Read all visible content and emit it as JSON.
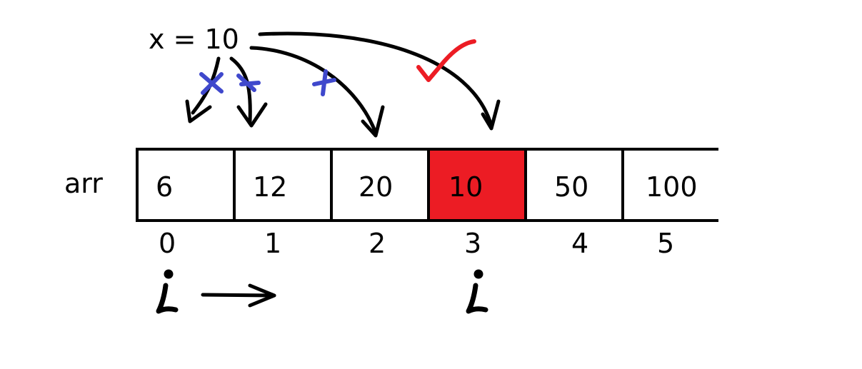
{
  "search": {
    "label": "x = 10"
  },
  "array": {
    "name": "arr",
    "values": [
      "6",
      "12",
      "20",
      "10",
      "50",
      "100"
    ],
    "indices": [
      "0",
      "1",
      "2",
      "3",
      "4",
      "5"
    ],
    "found_index": 3
  },
  "colors": {
    "found_fill": "#ec1c24",
    "mismatch_mark": "#3f48cc",
    "match_mark": "#ec1c24",
    "ink": "#000000"
  },
  "annotations": {
    "mismatch_mark_icon": "cross-icon",
    "match_mark_icon": "checkmark-icon",
    "pointer_icon": "pointer-i-icon",
    "advance_icon": "right-arrow-icon"
  }
}
